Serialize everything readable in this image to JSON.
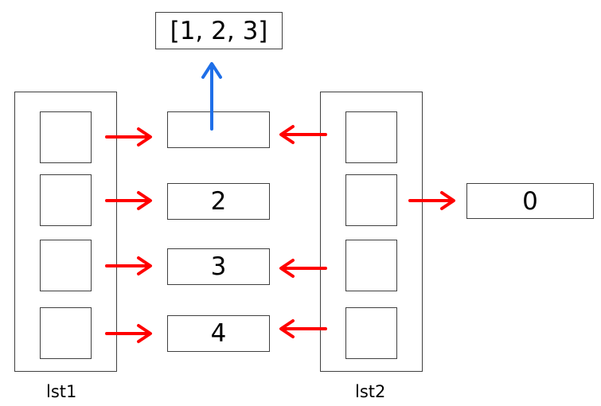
{
  "lists": [
    {
      "label": "lst1",
      "slots": 4
    },
    {
      "label": "lst2",
      "slots": 4
    }
  ],
  "objects": [
    {
      "id": "obj0",
      "text": ""
    },
    {
      "id": "obj1",
      "text": "2"
    },
    {
      "id": "obj2",
      "text": "3"
    },
    {
      "id": "obj3",
      "text": "4"
    },
    {
      "id": "zero",
      "text": "0"
    },
    {
      "id": "nested_list",
      "text": "[1, 2, 3]"
    }
  ],
  "references": [
    {
      "from": "lst1.slot0",
      "to": "obj0"
    },
    {
      "from": "lst1.slot1",
      "to": "obj1"
    },
    {
      "from": "lst1.slot2",
      "to": "obj2"
    },
    {
      "from": "lst1.slot3",
      "to": "obj3"
    },
    {
      "from": "lst2.slot0",
      "to": "obj0"
    },
    {
      "from": "lst2.slot1",
      "to": "zero"
    },
    {
      "from": "lst2.slot2",
      "to": "obj2"
    },
    {
      "from": "lst2.slot3",
      "to": "obj3"
    },
    {
      "from": "obj0",
      "to": "nested_list"
    }
  ],
  "colors": {
    "reference_arrow": "#ff0000",
    "nested_arrow": "#1f6fe8",
    "border": "#404040"
  }
}
